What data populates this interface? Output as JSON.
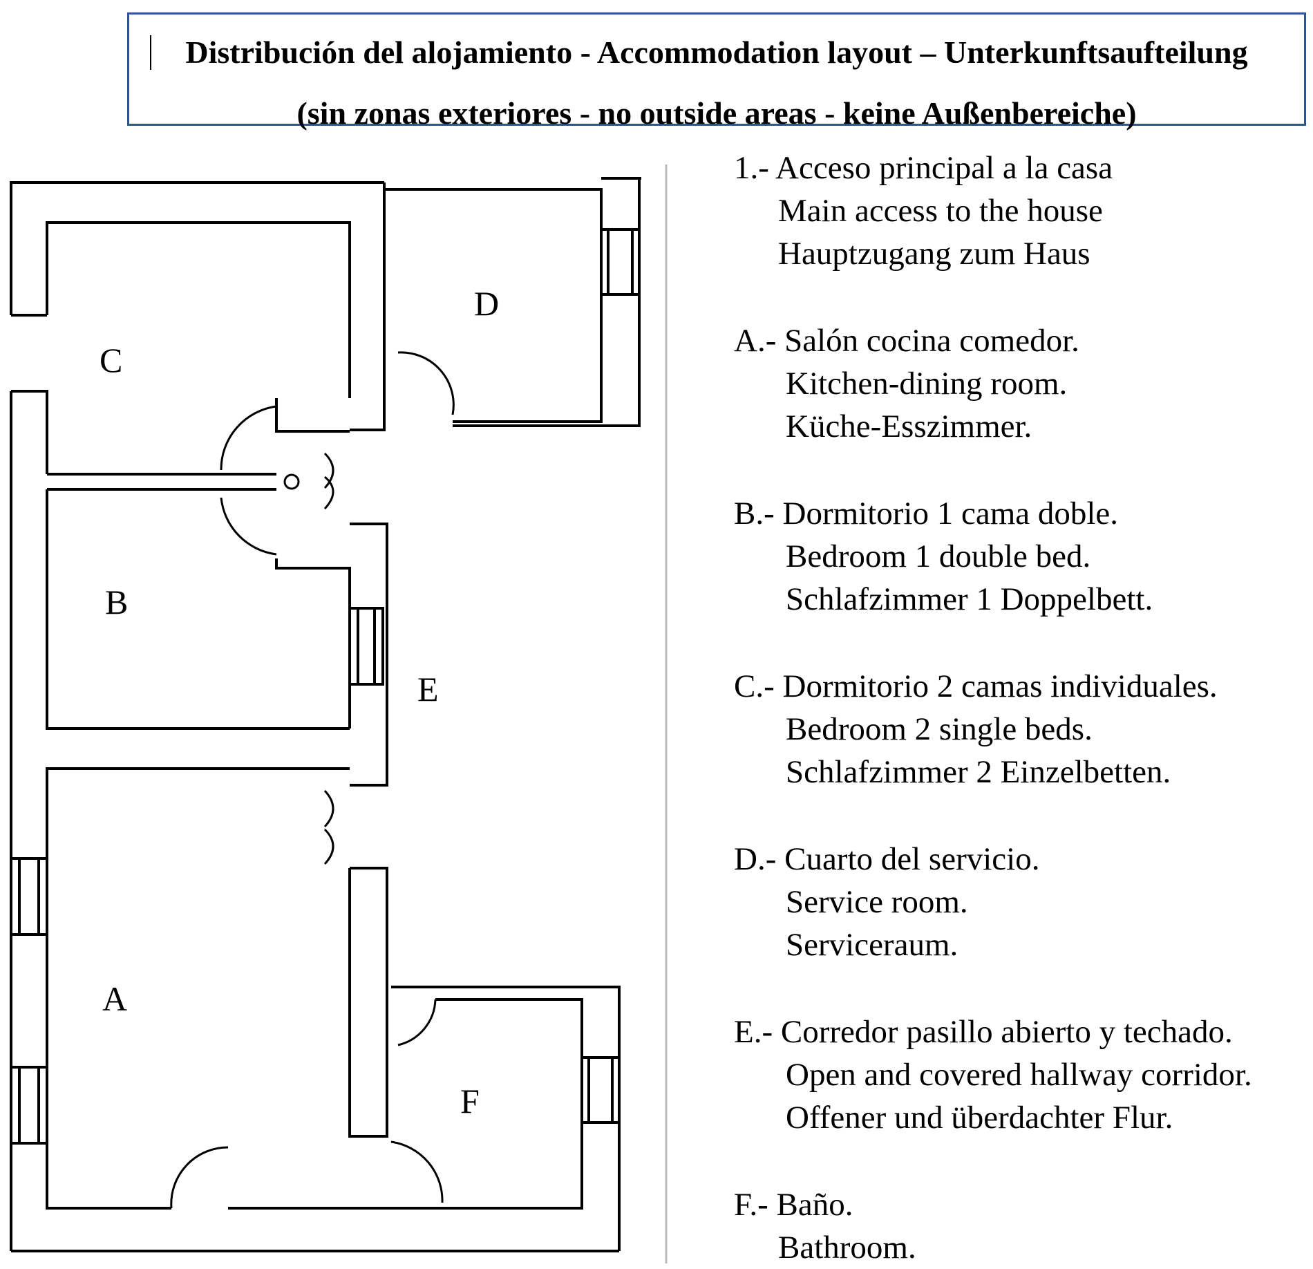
{
  "header": {
    "title_line1": "Distribución del alojamiento - Accommodation layout – Unterkunftsaufteilung",
    "title_line2": "(sin zonas exteriores - no outside areas - keine Außenbereiche)"
  },
  "plan": {
    "rooms": {
      "a": "A",
      "b": "B",
      "c": "C",
      "d": "D",
      "e": "E",
      "f": "F"
    }
  },
  "legend": [
    {
      "head": "1.- Acceso principal a la casa",
      "en": "Main access to the house",
      "de": "Hauptzugang zum Haus"
    },
    {
      "head": "A.- Salón cocina comedor.",
      "en": "Kitchen-dining room.",
      "de": "Küche-Esszimmer."
    },
    {
      "head": "B.- Dormitorio 1 cama doble.",
      "en": "Bedroom 1 double bed.",
      "de": "Schlafzimmer 1 Doppelbett."
    },
    {
      "head": "C.- Dormitorio 2 camas individuales.",
      "en": "Bedroom 2 single beds.",
      "de": "Schlafzimmer 2 Einzelbetten."
    },
    {
      "head": "D.- Cuarto del servicio.",
      "en": "Service room.",
      "de": "Serviceraum."
    },
    {
      "head": "E.- Corredor pasillo abierto y techado.",
      "en": "Open and covered hallway corridor.",
      "de": "Offener und überdachter Flur."
    },
    {
      "head": "F.- Baño.",
      "en": "Bathroom."
    }
  ]
}
